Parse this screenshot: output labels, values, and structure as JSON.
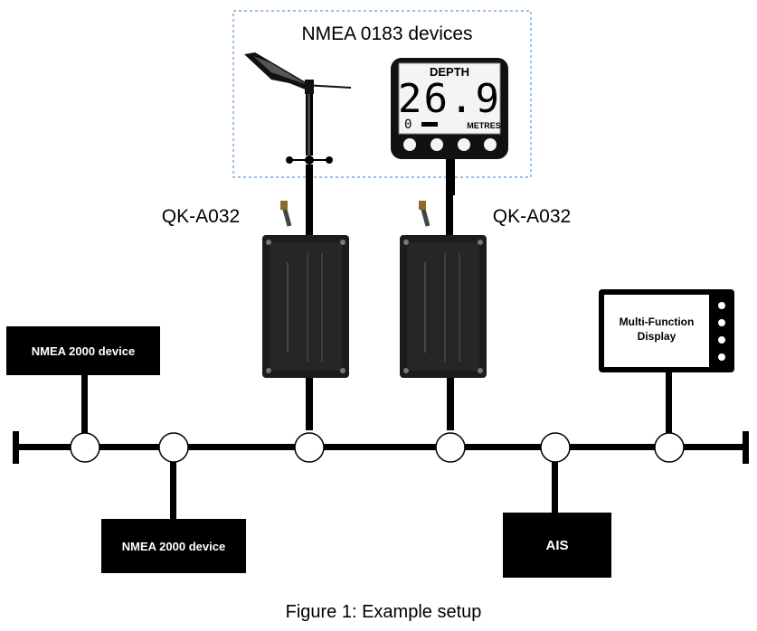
{
  "diagram": {
    "nmea0183_box_title": "NMEA 0183 devices",
    "depth_display": {
      "header": "DEPTH",
      "value": "26.9",
      "units": "METRES",
      "indicator": "0"
    },
    "converter_left_label": "QK-A032",
    "converter_right_label": "QK-A032",
    "device_left_top": "NMEA 2000 device",
    "device_left_bottom": "NMEA 2000 device",
    "ais_label": "AIS",
    "mfd_line1": "Multi-Function",
    "mfd_line2": "Display",
    "caption": "Figure 1: Example setup"
  },
  "colors": {
    "bus": "#000000",
    "node_fill": "#ffffff",
    "device_fill": "#000000",
    "device_text": "#ffffff",
    "dashed_border": "#5b9bd5",
    "converter_body": "#1c1c1c"
  }
}
